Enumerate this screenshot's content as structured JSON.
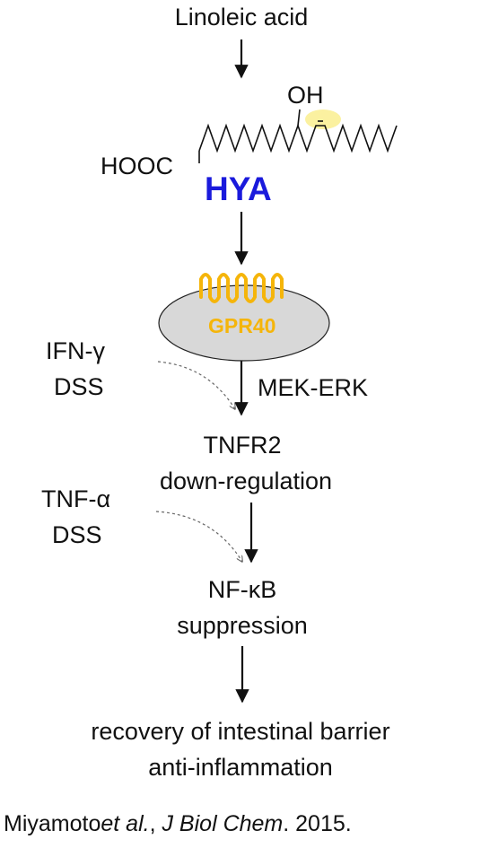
{
  "nodes": {
    "linoleic": "Linoleic acid",
    "oh": "OH",
    "hooc": "HOOC",
    "hya": "HYA",
    "gpr40": "GPR40",
    "ifn": "IFN-γ",
    "dss1": "DSS",
    "mek": "MEK-ERK",
    "tnfr2": "TNFR2",
    "downreg": "down-regulation",
    "tnfa": "TNF-α",
    "dss2": "DSS",
    "nfkb": "NF-κB",
    "suppression": "suppression",
    "recovery": "recovery of intestinal barrier",
    "antiinflam": "anti-inflammation"
  },
  "citation": {
    "author": "Miyamoto",
    "etal": "et al.",
    "sep": ", ",
    "journal": "J Biol Chem",
    "year": ". 2015."
  },
  "colors": {
    "hya": "#1a1adc",
    "gpr40": "#f5b50a",
    "receptor_fill": "#d8d8d8",
    "highlight": "#fbf1a0",
    "line": "#111111",
    "dashed": "#666666"
  }
}
